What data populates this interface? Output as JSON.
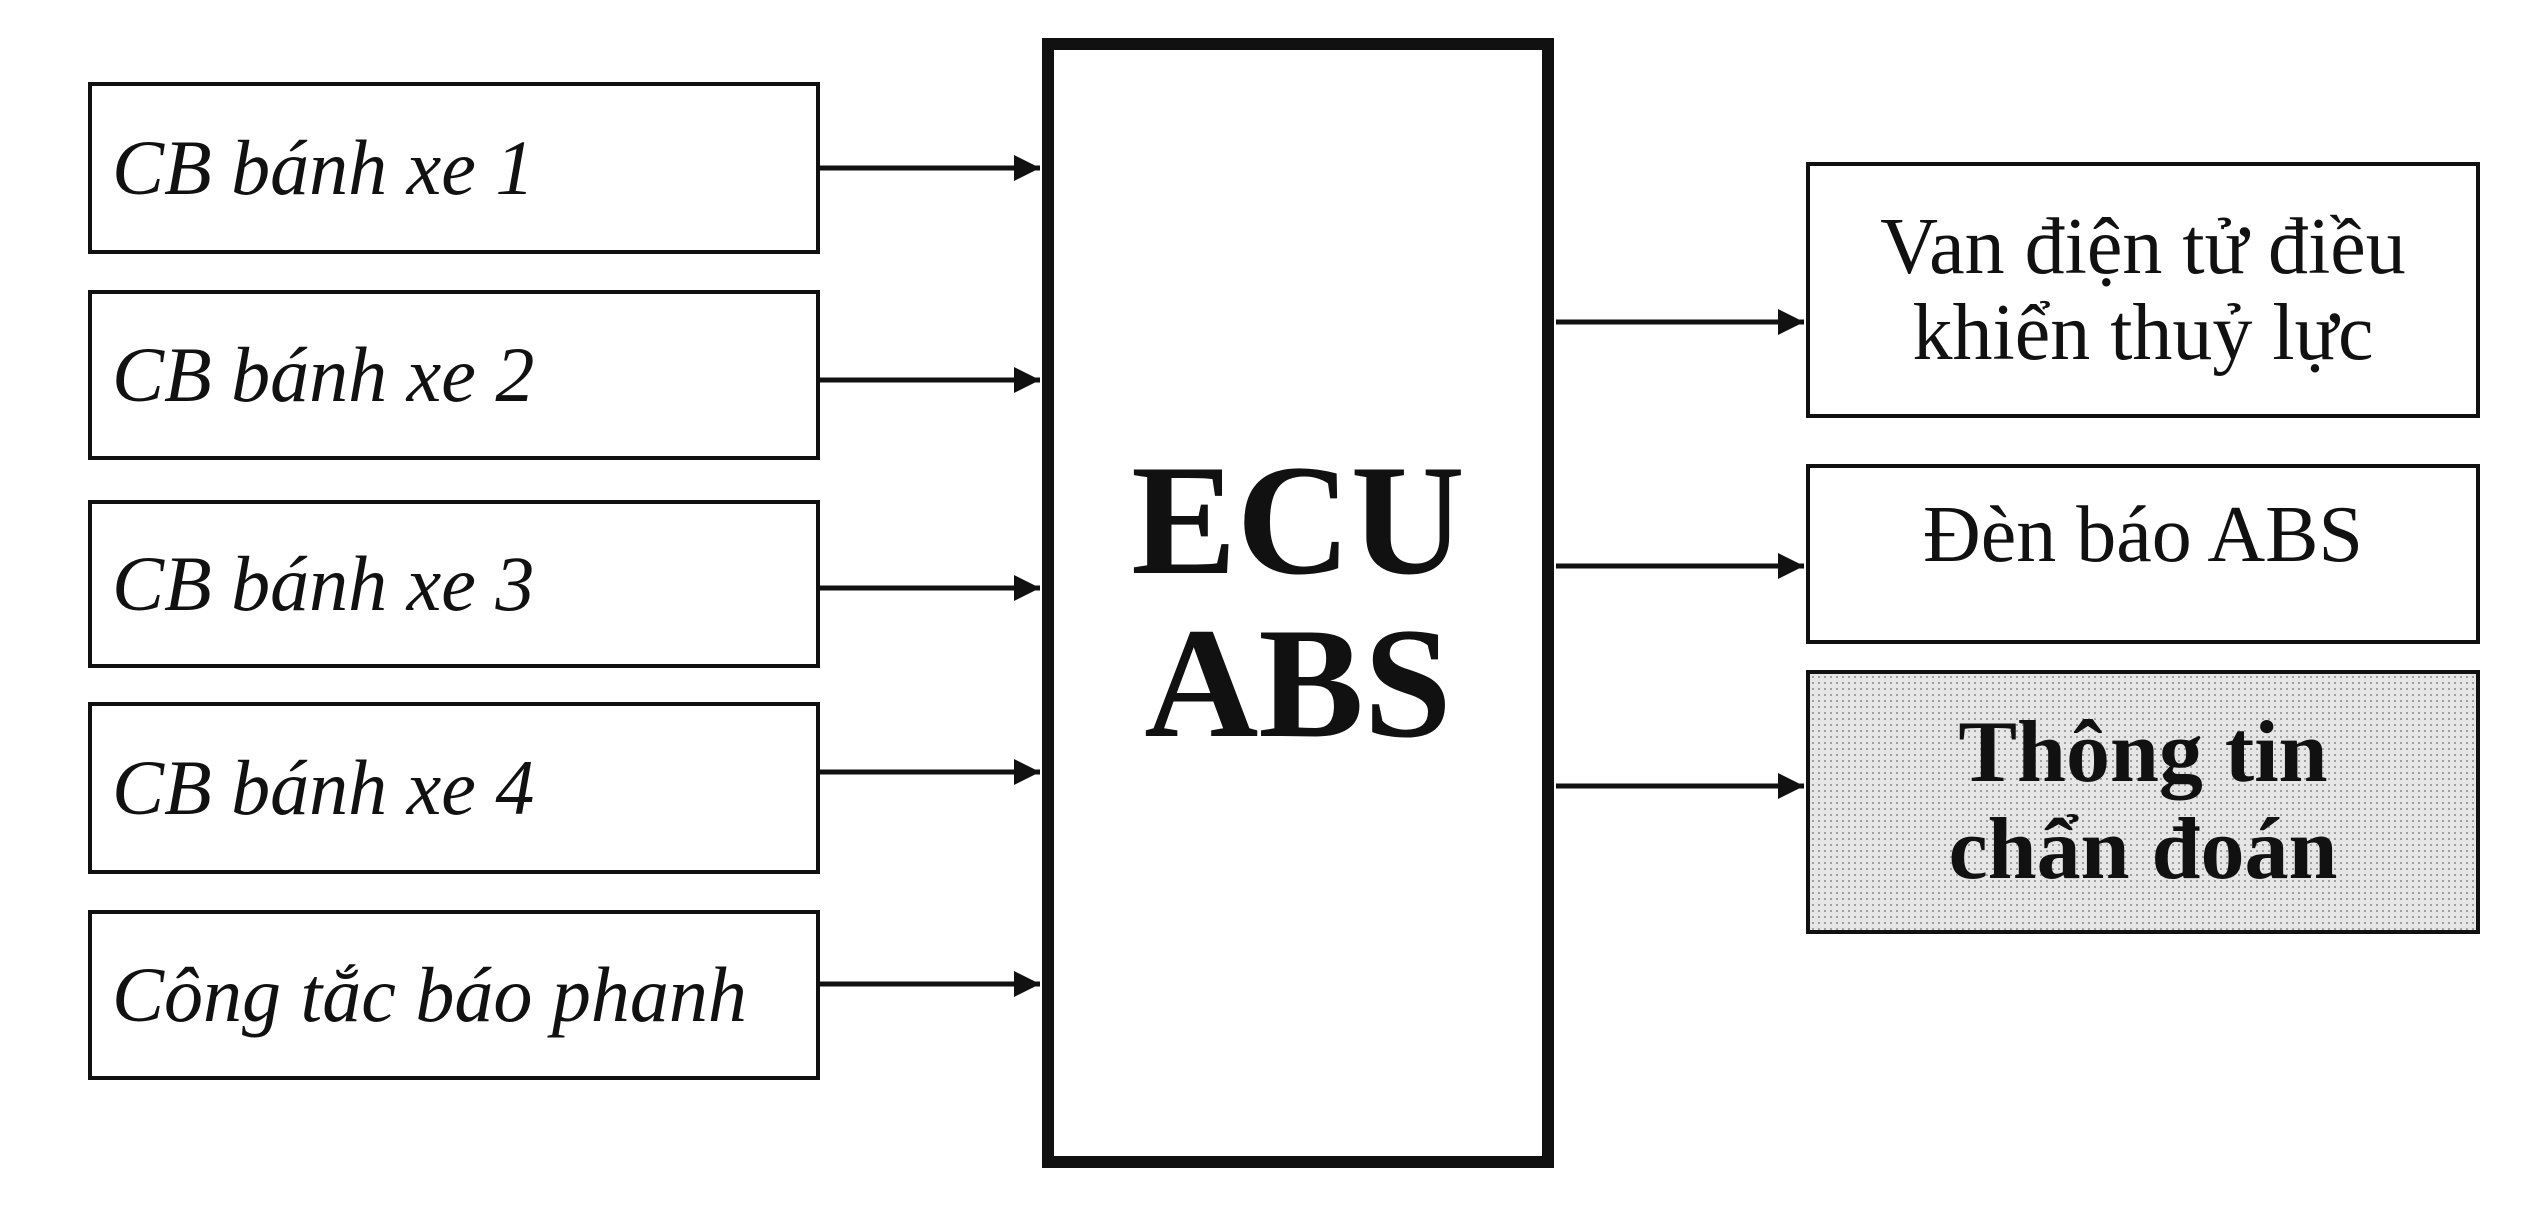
{
  "diagram": {
    "inputs": [
      {
        "label": "CB bánh xe 1"
      },
      {
        "label": "CB bánh xe 2"
      },
      {
        "label": "CB bánh xe 3"
      },
      {
        "label": "CB bánh xe 4"
      },
      {
        "label": "Công tắc báo phanh"
      }
    ],
    "controller": {
      "label": "ECU\nABS"
    },
    "outputs": [
      {
        "label": "Van điện tử điều\nkhiển thuỷ lực"
      },
      {
        "label": "Đèn báo ABS"
      },
      {
        "label": "Thông tin\nchẩn đoán"
      }
    ],
    "colors": {
      "stroke": "#111111",
      "background": "#ffffff",
      "diagnostic_fill": "#e6e6e6"
    }
  }
}
